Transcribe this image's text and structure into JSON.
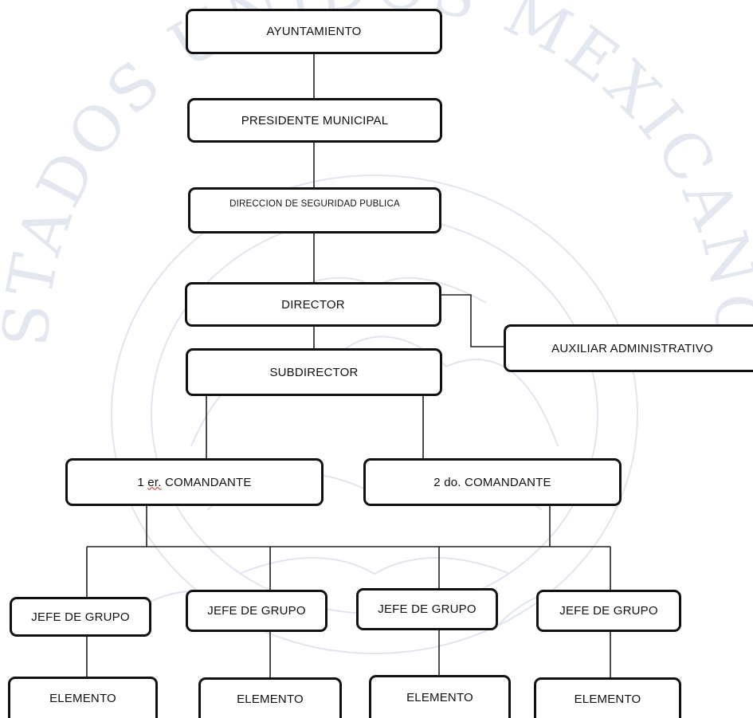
{
  "watermark": {
    "text": "ESTADOS UNIDOS MEXICANOS",
    "color": "#b8c2d6"
  },
  "chart": {
    "ayuntamiento": "AYUNTAMIENTO",
    "presidente": "PRESIDENTE MUNICIPAL",
    "direccion": "DIRECCION DE SEGURIDAD PUBLICA",
    "direccion_cut": "",
    "director": "DIRECTOR",
    "auxiliar": "AUXILIAR ADMINISTRATIVO",
    "subdirector": "SUBDIRECTOR",
    "comandante1_prefix": "1 ",
    "comandante1_mark": "er.",
    "comandante1_suffix": " COMANDANTE",
    "comandante2": "2 do. COMANDANTE",
    "jefes": [
      "JEFE DE GRUPO",
      "JEFE DE GRUPO",
      "JEFE DE GRUPO",
      "JEFE DE GRUPO"
    ],
    "elementos": [
      "ELEMENTO",
      "ELEMENTO",
      "ELEMENTO",
      "ELEMENTO"
    ]
  }
}
